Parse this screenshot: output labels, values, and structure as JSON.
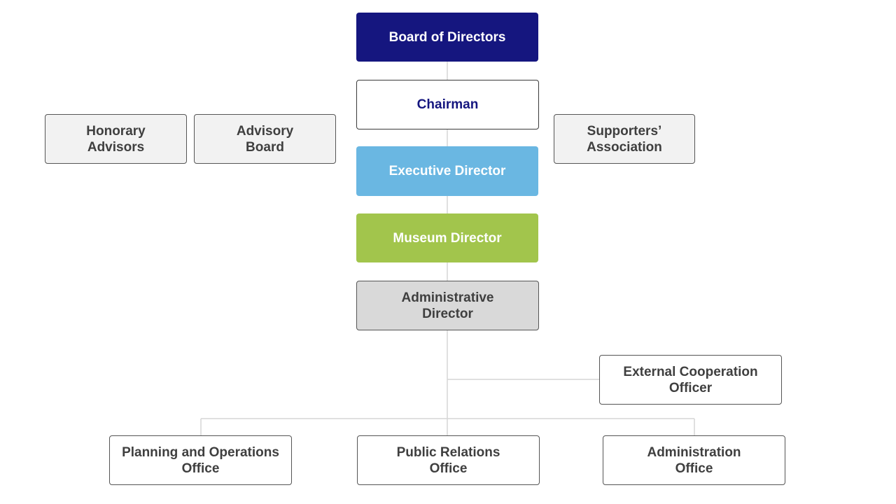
{
  "org_chart": {
    "board": {
      "lines": [
        "Board of Directors"
      ]
    },
    "chairman": {
      "lines": [
        "Chairman"
      ]
    },
    "executive_director": {
      "lines": [
        "Executive Director"
      ]
    },
    "museum_director": {
      "lines": [
        "Museum Director"
      ]
    },
    "administrative_director": {
      "lines": [
        "Administrative",
        "Director"
      ]
    },
    "honorary_advisors": {
      "lines": [
        "Honorary",
        "Advisors"
      ]
    },
    "advisory_board": {
      "lines": [
        "Advisory",
        "Board"
      ]
    },
    "supporters_association": {
      "lines": [
        "Supporters’",
        "Association"
      ]
    },
    "external_cooperation_officer": {
      "lines": [
        "External Cooperation",
        "Officer"
      ]
    },
    "planning_operations_office": {
      "lines": [
        "Planning and Operations",
        "Office"
      ]
    },
    "public_relations_office": {
      "lines": [
        "Public Relations",
        "Office"
      ]
    },
    "administration_office": {
      "lines": [
        "Administration",
        "Office"
      ]
    }
  },
  "colors": {
    "board_fill": "#15167f",
    "executive_fill": "#6ab7e2",
    "museum_fill": "#a2c54c",
    "admin_director_fill": "#d9d9d9",
    "side_box_fill": "#f2f2f2",
    "connector": "#d6d6d6"
  }
}
